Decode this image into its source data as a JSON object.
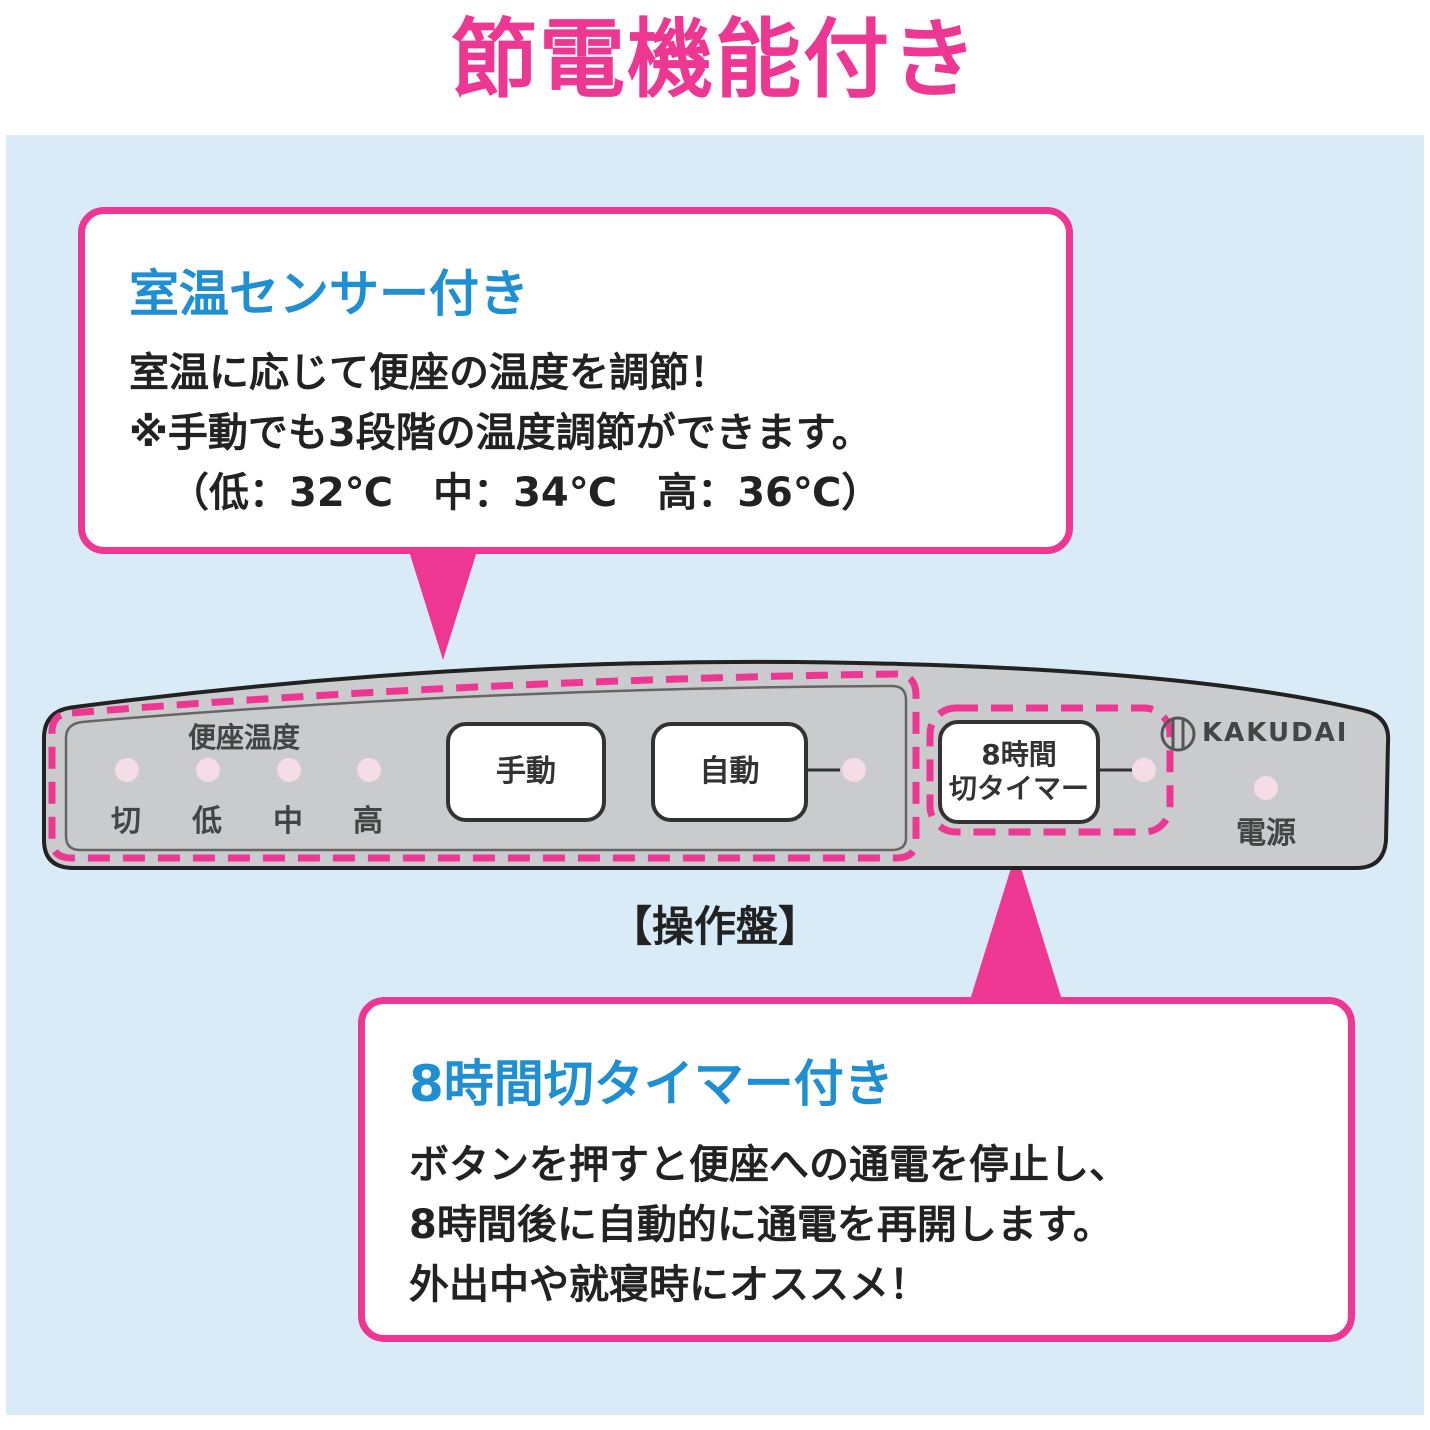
{
  "title": "節電機能付き",
  "callout_sensor": {
    "heading": "室温センサー付き",
    "line1": "室温に応じて便座の温度を調節！",
    "line2": "※手動でも3段階の温度調節ができます。",
    "line3": "（低：32℃　中：34℃　高：36℃）"
  },
  "panel": {
    "seat_temp_label": "便座温度",
    "levels": [
      "切",
      "低",
      "中",
      "高"
    ],
    "manual_button": "手動",
    "auto_button": "自動",
    "timer_button_line1": "8時間",
    "timer_button_line2": "切タイマー",
    "brand": "KAKUDAI",
    "power_label": "電源"
  },
  "caption": "【操作盤】",
  "callout_timer": {
    "heading": "8時間切タイマー付き",
    "line1": "ボタンを押すと便座への通電を停止し、",
    "line2": "8時間後に自動的に通電を再開します。",
    "line3": "外出中や就寝時にオススメ！"
  },
  "colors": {
    "accent_pink": "#ed3793",
    "heading_blue": "#1e8fd2",
    "background_blue": "#d9ebf7",
    "panel_gray": "#c9cbcd",
    "led_pink": "#f4dde4"
  },
  "icons": [
    "kakudai-logo-icon",
    "led-indicator-icon"
  ]
}
